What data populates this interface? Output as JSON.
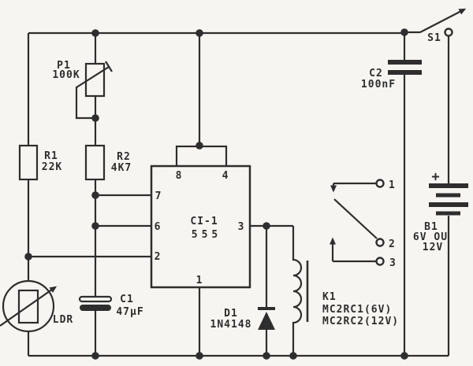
{
  "colors": {
    "bg": "#f6f5f1",
    "ink": "#2e2e2e"
  },
  "schematic": {
    "ic": {
      "ref": "CI-1",
      "part": "555",
      "pin1": "1",
      "pin2": "2",
      "pin3": "3",
      "pin4": "4",
      "pin6": "6",
      "pin7": "7",
      "pin8": "8"
    },
    "p1": {
      "ref": "P1",
      "value": "100K"
    },
    "r1": {
      "ref": "R1",
      "value": "22K"
    },
    "r2": {
      "ref": "R2",
      "value": "4K7"
    },
    "c1": {
      "ref": "C1",
      "value": "47µF"
    },
    "c2": {
      "ref": "C2",
      "value": "100nF"
    },
    "d1": {
      "ref": "D1",
      "value": "1N4148"
    },
    "ldr": {
      "ref": "LDR"
    },
    "s1": {
      "ref": "S1"
    },
    "k1": {
      "ref": "K1",
      "type_6v": "MC2RC1(6V)",
      "type_12v": "MC2RC2(12V)",
      "contact1": "1",
      "contact2": "2",
      "contact3": "3"
    },
    "b1": {
      "ref": "B1",
      "polarity": "+",
      "voltage_line1": "6V OU",
      "voltage_line2": "12V"
    }
  }
}
